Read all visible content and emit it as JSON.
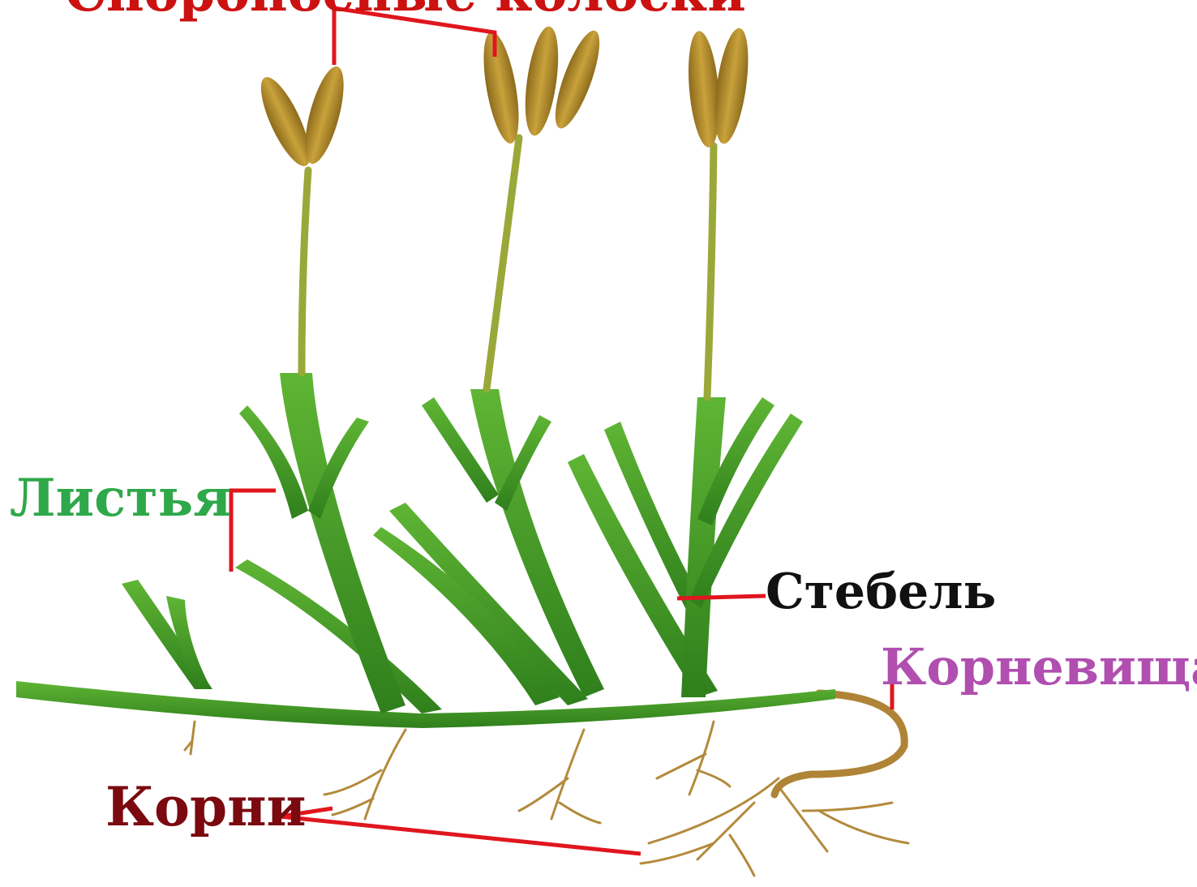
{
  "labels": {
    "top_cut": "Спороносные колоски",
    "leaves": "Листья",
    "stem": "Стебель",
    "rhizome": "Корневища",
    "roots": "Корни"
  },
  "colors": {
    "leader_line": "#e0161e",
    "foliage": "#3f9a25",
    "foliage_light": "#6cbf3a",
    "strobilus": "#b08a2a",
    "root": "#b38a3c"
  }
}
